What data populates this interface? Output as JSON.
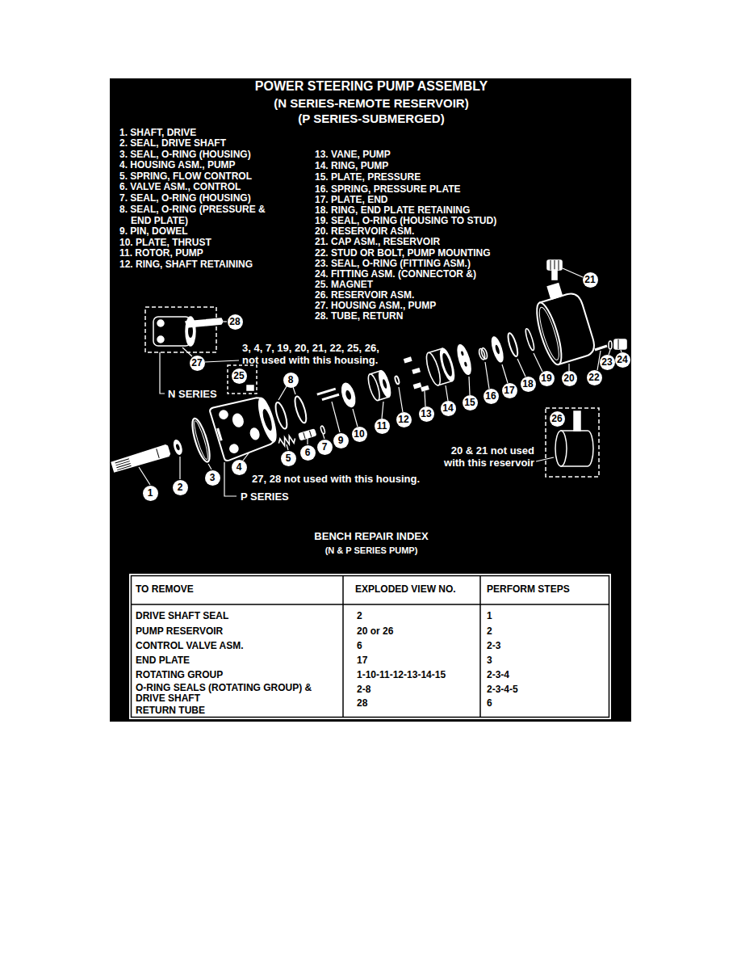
{
  "diagram": {
    "title": "POWER STEERING PUMP ASSEMBLY",
    "labels": [
      "(N SERIES-REMOTE RESERVOIR)",
      "(P SERIES-SUBMERGED)",
      "1. SHAFT, DRIVE",
      "2. SEAL, DRIVE SHAFT",
      "3. SEAL, O-RING (HOUSING)",
      "4. HOUSING ASM., PUMP",
      "5. SPRING, FLOW CONTROL",
      "6. VALVE ASM., CONTROL",
      "7. SEAL, O-RING (HOUSING)",
      "8. SEAL, O-RING (PRESSURE & END PLATE)",
      "9. PIN, DOWEL",
      "10. PLATE, THRUST",
      "11. ROTOR, PUMP",
      "12. RING, SHAFT RETAINING",
      "13. VANE, PUMP",
      "14. RING, PUMP",
      "15. PLATE, PRESSURE",
      "16. SPRING, PRESSURE PLATE",
      "17. PLATE, END",
      "18. RING, END PLATE RETAINING",
      "19. SEAL, O-RING (HOUSING TO STUD)",
      "20. RESERVOIR ASM.",
      "21. CAP ASM., RESERVOIR",
      "22. STUD OR BOLT, PUMP MOUNTING",
      "23. SEAL, O-RING (FITTING ASM.)",
      "24. FITTING ASM. (CONNECTOR &)",
      "25. MAGNET",
      "26. RESERVOIR ASM.",
      "27. HOUSING ASM., PUMP",
      "28. TUBE, RETURN",
      "21",
      "28",
      "3, 4, 7, 19, 20, 21, 22, 25, 26, not used with this housing.",
      "27",
      "N SERIES",
      "25",
      "8",
      "19",
      "20",
      "22",
      "23",
      "24",
      "26",
      "20 & 21 not used with this reservoir",
      "10",
      "11",
      "12",
      "13",
      "14",
      "15",
      "16",
      "17",
      "18",
      "9",
      "5",
      "6",
      "7",
      "1",
      "2",
      "3",
      "4",
      "27, 28 not used with this housing.",
      "P SERIES",
      "BENCH REPAIR INDEX",
      "(N & P SERIES PUMP)",
      "TO REMOVE",
      "EXPLODED VIEW NO.",
      "PERFORM STEPS",
      "DRIVE SHAFT SEAL",
      "2",
      "1",
      "PUMP RESERVOIR",
      "20 or 26",
      "2",
      "CONTROL VALVE ASM.",
      "6",
      "2-3",
      "END PLATE",
      "17",
      "3",
      "ROTATING GROUP",
      "1-10-11-12-13-14-15",
      "2-3-4",
      "O-RING SEALS (ROTATING GROUP) & DRIVE SHAFT",
      "2-8",
      "2-3-4-5",
      "RETURN TUBE",
      "28",
      "6"
    ]
  }
}
